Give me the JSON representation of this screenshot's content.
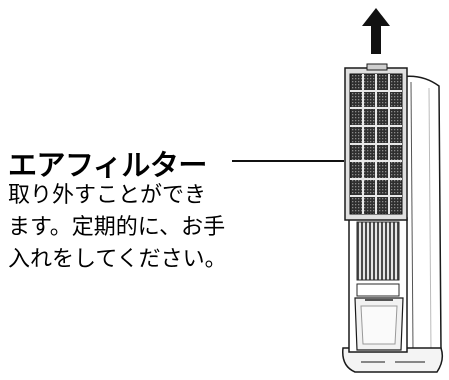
{
  "callout": {
    "title": "エアフィルター",
    "body_lines": [
      "取り外すことができ",
      "ます。定期的に、お手",
      "入れをしてください。"
    ]
  },
  "illustration": {
    "arrow_direction": "up",
    "icon_names": [
      "up-arrow-icon",
      "air-filter",
      "tower-unit"
    ]
  },
  "colors": {
    "ink": "#111111",
    "filter_mesh": "#3a3a3a",
    "filter_frame": "#d9d9d9",
    "background": "#ffffff"
  }
}
